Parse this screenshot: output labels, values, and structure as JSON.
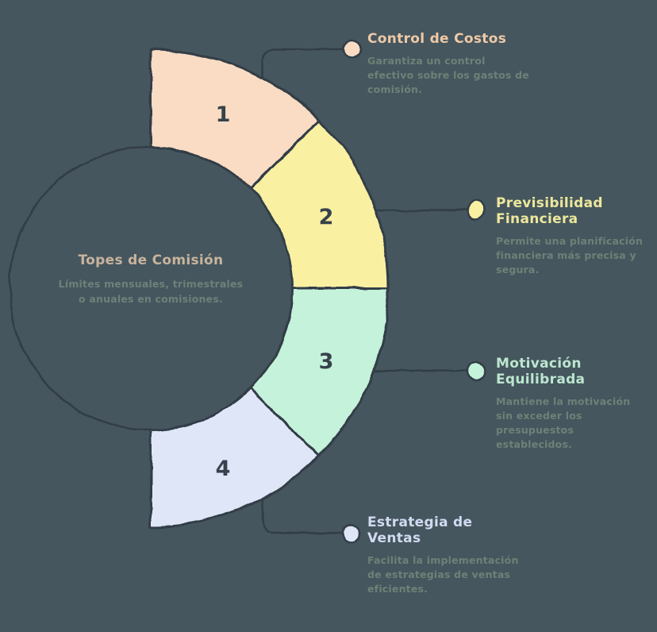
{
  "title": "Topes de Comisión diagram",
  "colors": {
    "background": "#45565E",
    "outline": "#333E46",
    "number": "#37424A",
    "body_text": "#6E8177"
  },
  "center": {
    "title": "Topes de Comisión",
    "subtitle": "Límites mensuales, trimestrales o anuales en comisiones.",
    "title_color": "#C8B49C",
    "subtitle_color": "#6E8177"
  },
  "segments": [
    {
      "number": "1",
      "fill": "#F9DCC3",
      "dot_fill": "#F9DCC3",
      "heading": "Control de Costos",
      "heading_color": "#EEC9A6",
      "body": "Garantiza un control efectivo sobre los gastos de comisión."
    },
    {
      "number": "2",
      "fill": "#F9F0A2",
      "dot_fill": "#F9F0A2",
      "heading": "Previsibilidad Financiera",
      "heading_color": "#EDE79C",
      "body": "Permite una planificación financiera más precisa y segura."
    },
    {
      "number": "3",
      "fill": "#C5F2DA",
      "dot_fill": "#C5F2DA",
      "heading": "Motivación Equilibrada",
      "heading_color": "#BCE6CF",
      "body": "Mantiene la motivación sin exceder los presupuestos establecidos."
    },
    {
      "number": "4",
      "fill": "#DFE6F8",
      "dot_fill": "#DFE6F8",
      "heading": "Estrategia de Ventas",
      "heading_color": "#D2DAF1",
      "body": "Facilita la implementación de estrategias de ventas eficientes."
    }
  ]
}
